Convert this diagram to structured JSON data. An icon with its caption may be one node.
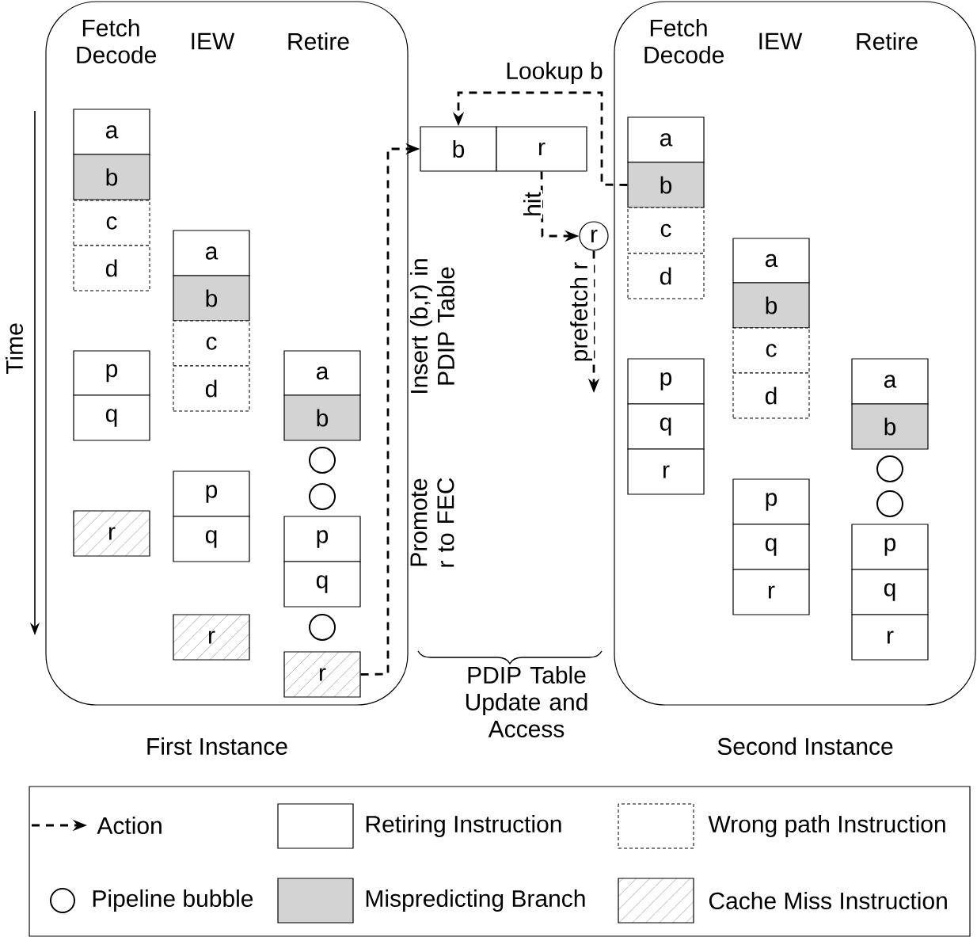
{
  "diagram": {
    "nodes": [
      {
        "text": [],
        "shape": "box",
        "beside": [
          "First Instance"
        ]
      },
      {
        "text": [
          "a"
        ],
        "in": 0
      },
      {
        "text": [
          "b"
        ],
        "in": 0
      },
      {
        "text": [
          "c"
        ],
        "in": 0
      },
      {
        "text": [
          "d"
        ],
        "in": 0
      },
      {
        "text": [
          "p"
        ],
        "in": 0
      },
      {
        "text": [
          "q"
        ],
        "in": 0
      },
      {
        "text": [
          "r"
        ],
        "in": 0
      },
      {
        "text": [
          "a"
        ],
        "in": 0
      },
      {
        "text": [
          "b"
        ],
        "in": 0
      },
      {
        "text": [
          "c"
        ],
        "in": 0
      },
      {
        "text": [
          "d"
        ],
        "in": 0
      },
      {
        "text": [
          "p"
        ],
        "in": 0
      },
      {
        "text": [
          "q"
        ],
        "in": 0
      },
      {
        "text": [
          "r"
        ],
        "in": 0
      },
      {
        "text": [
          "a"
        ],
        "in": 0
      },
      {
        "text": [
          "b"
        ],
        "in": 0
      },
      {
        "text": [],
        "shape": "circle",
        "in": 0
      },
      {
        "text": [],
        "shape": "circle",
        "in": 0
      },
      {
        "text": [
          "p"
        ],
        "in": 0
      },
      {
        "text": [
          "q"
        ],
        "in": 0
      },
      {
        "text": [],
        "shape": "circle",
        "in": 0
      },
      {
        "text": [
          "r"
        ],
        "in": 0
      },
      {
        "text": [
          "b"
        ]
      },
      {
        "text": [
          "r"
        ]
      },
      {
        "text": [
          "r"
        ]
      },
      {
        "text": [],
        "shape": "box",
        "beside": [
          "Second Instance"
        ]
      },
      {
        "text": [
          "a"
        ],
        "in": 26
      },
      {
        "text": [
          "b"
        ],
        "in": 26
      },
      {
        "text": [
          "c"
        ],
        "in": 26
      },
      {
        "text": [
          "d"
        ],
        "in": 26
      },
      {
        "text": [
          "p"
        ],
        "in": 26
      },
      {
        "text": [
          "q"
        ],
        "in": 26
      },
      {
        "text": [
          "r"
        ],
        "in": 26
      },
      {
        "text": [
          "a"
        ],
        "in": 26
      },
      {
        "text": [
          "b"
        ],
        "in": 26
      },
      {
        "text": [
          "c"
        ],
        "in": 26
      },
      {
        "text": [
          "d"
        ],
        "in": 26
      },
      {
        "text": [
          "p"
        ],
        "in": 26
      },
      {
        "text": [
          "q"
        ],
        "in": 26
      },
      {
        "text": [
          "r"
        ],
        "in": 26
      },
      {
        "text": [
          "a"
        ],
        "in": 26
      },
      {
        "text": [
          "b"
        ],
        "in": 26
      },
      {
        "text": [],
        "shape": "circle",
        "in": 26
      },
      {
        "text": [],
        "shape": "circle",
        "in": 26
      },
      {
        "text": [
          "p"
        ],
        "in": 26
      },
      {
        "text": [
          "q"
        ],
        "in": 26
      },
      {
        "text": [
          "r"
        ],
        "in": 26
      }
    ],
    "edges": [
      {
        "from": 22,
        "to": 23,
        "arrow": "to",
        "style": "dashed"
      },
      {
        "from": 28,
        "to": 23,
        "arrow": "to",
        "style": "dashed",
        "label": "Lookup b"
      },
      {
        "from": 24,
        "to": 25,
        "arrow": "to",
        "style": "dashed",
        "label": "hit"
      },
      {
        "from": 25,
        "to": null,
        "arrow": "to",
        "style": "dashed",
        "label": "prefetch r"
      }
    ],
    "labels": [
      "Fetch Decode",
      "IEW",
      "Retire",
      "Fetch Decode",
      "IEW",
      "Retire",
      "Time",
      "Insert (b,r) in PDIP Table",
      "Promote r to FEC",
      "PDIP Table Update and Access"
    ],
    "legend": [
      {
        "text": "Action"
      },
      {
        "text": "Retiring Instruction"
      },
      {
        "text": "Wrong path Instruction"
      },
      {
        "text": "Pipeline bubble"
      },
      {
        "text": "Mispredicting Branch",
        "color": "#d3d3d3"
      },
      {
        "text": "Cache Miss Instruction"
      }
    ]
  }
}
